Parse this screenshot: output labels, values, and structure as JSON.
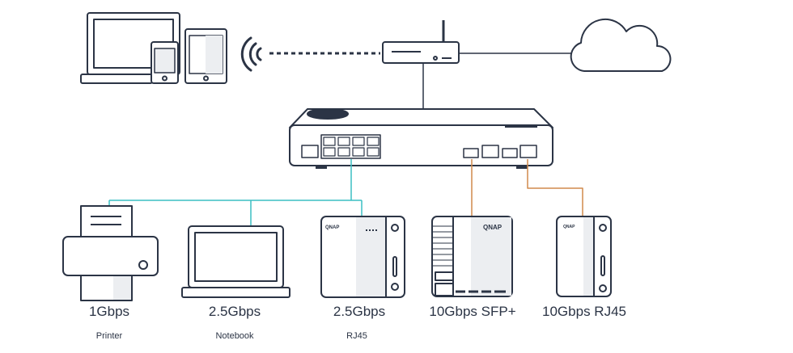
{
  "colors": {
    "outline": "#2b3445",
    "fill": "#eceef1",
    "rj45_1g_25g": "#3bbfc4",
    "ten_g": "#d08a4b"
  },
  "devices": [
    {
      "speed": "1Gbps",
      "name": "Printer"
    },
    {
      "speed": "2.5Gbps",
      "name": "Notebook"
    },
    {
      "speed": "2.5Gbps",
      "name": "RJ45"
    },
    {
      "speed": "10Gbps SFP+"
    },
    {
      "speed": "10Gbps RJ45"
    }
  ],
  "logos": {
    "nas": "QNAP"
  }
}
